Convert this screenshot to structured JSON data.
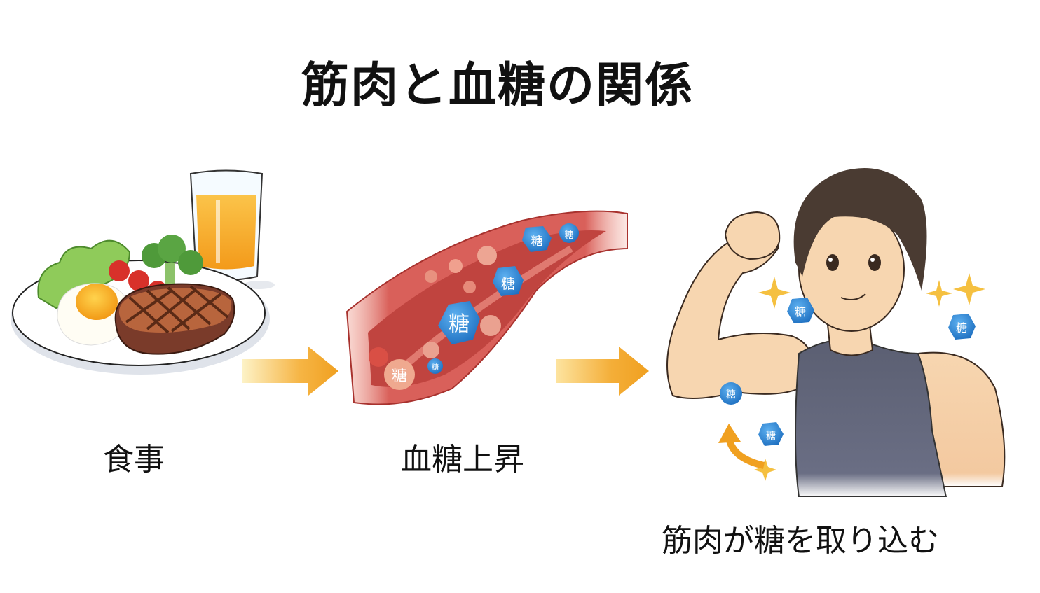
{
  "title": "筋肉と血糖の関係",
  "steps": [
    {
      "id": "meal",
      "label": "食事",
      "illustration": "meal-plate-icon",
      "items": [
        "steak",
        "fried-egg",
        "lettuce",
        "cherry-tomatoes",
        "broccoli",
        "orange-juice-glass"
      ]
    },
    {
      "id": "blood-sugar-rise",
      "label": "血糖上昇",
      "illustration": "blood-vessel-icon",
      "particle_glyph": "糖"
    },
    {
      "id": "muscle-uptake",
      "label": "筋肉が糖を取り込む",
      "illustration": "flexing-man-icon",
      "particle_glyph": "糖"
    }
  ],
  "arrows": [
    {
      "from": "meal",
      "to": "blood-sugar-rise",
      "icon": "arrow-right-icon"
    },
    {
      "from": "blood-sugar-rise",
      "to": "muscle-uptake",
      "icon": "arrow-right-icon"
    }
  ],
  "colors": {
    "arrow_start": "#fdf3c8",
    "arrow_end": "#f0a020",
    "vessel": "#d9605a",
    "vessel_inner": "#c0443f",
    "glucose": "#2f86d6",
    "shirt": "#5b5f72",
    "skin": "#f7d6b0",
    "hair": "#4a3b32",
    "juice": "#f6a81e",
    "steak": "#7a3b2a"
  }
}
